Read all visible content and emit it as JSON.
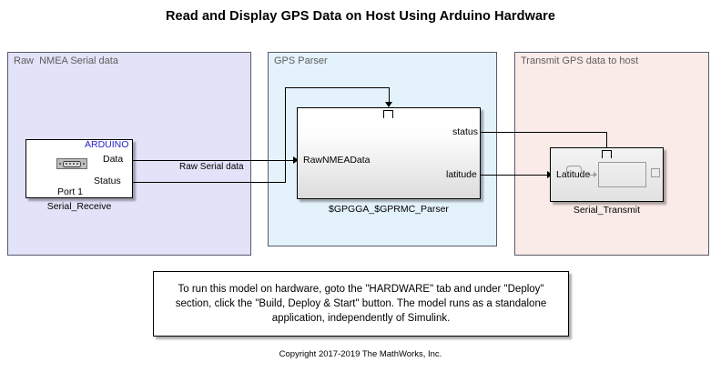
{
  "page": {
    "title": "Read and Display GPS Data on Host Using Arduino Hardware",
    "copyright": "Copyright 2017-2019 The MathWorks, Inc."
  },
  "areas": {
    "raw_nmea": {
      "label": "Raw  NMEA Serial data",
      "color": "#E2E2F8"
    },
    "gps_parser": {
      "label": "GPS Parser",
      "color": "#E3F2FB"
    },
    "transmit": {
      "label": "Transmit GPS data to host",
      "color": "#FBEBE8"
    }
  },
  "blocks": {
    "serial_receive": {
      "vendor": "ARDUINO",
      "caption": "Serial_Receive",
      "port_label": "Port 1",
      "outputs": [
        {
          "name": "Data"
        },
        {
          "name": "Status"
        }
      ],
      "icon": "db9-serial-connector-icon"
    },
    "parser": {
      "caption": "$GPGGA_$GPRMC_Parser",
      "inputs": [
        {
          "name": "RawNMEAData"
        }
      ],
      "outputs": [
        {
          "name": "status"
        },
        {
          "name": "latitude"
        }
      ],
      "trigger": "function-call-trigger-icon"
    },
    "serial_transmit": {
      "caption": "Serial_Transmit",
      "inputs": [
        {
          "name": "Latitude"
        }
      ],
      "trigger": "function-call-trigger-icon"
    }
  },
  "signals": {
    "raw_serial_data": "Raw Serial data"
  },
  "note": {
    "text": "To run this model on hardware, goto the \"HARDWARE\" tab and under \"Deploy\" section, click the \"Build, Deploy & Start\" button. The model runs as a standalone application, independently of Simulink."
  }
}
